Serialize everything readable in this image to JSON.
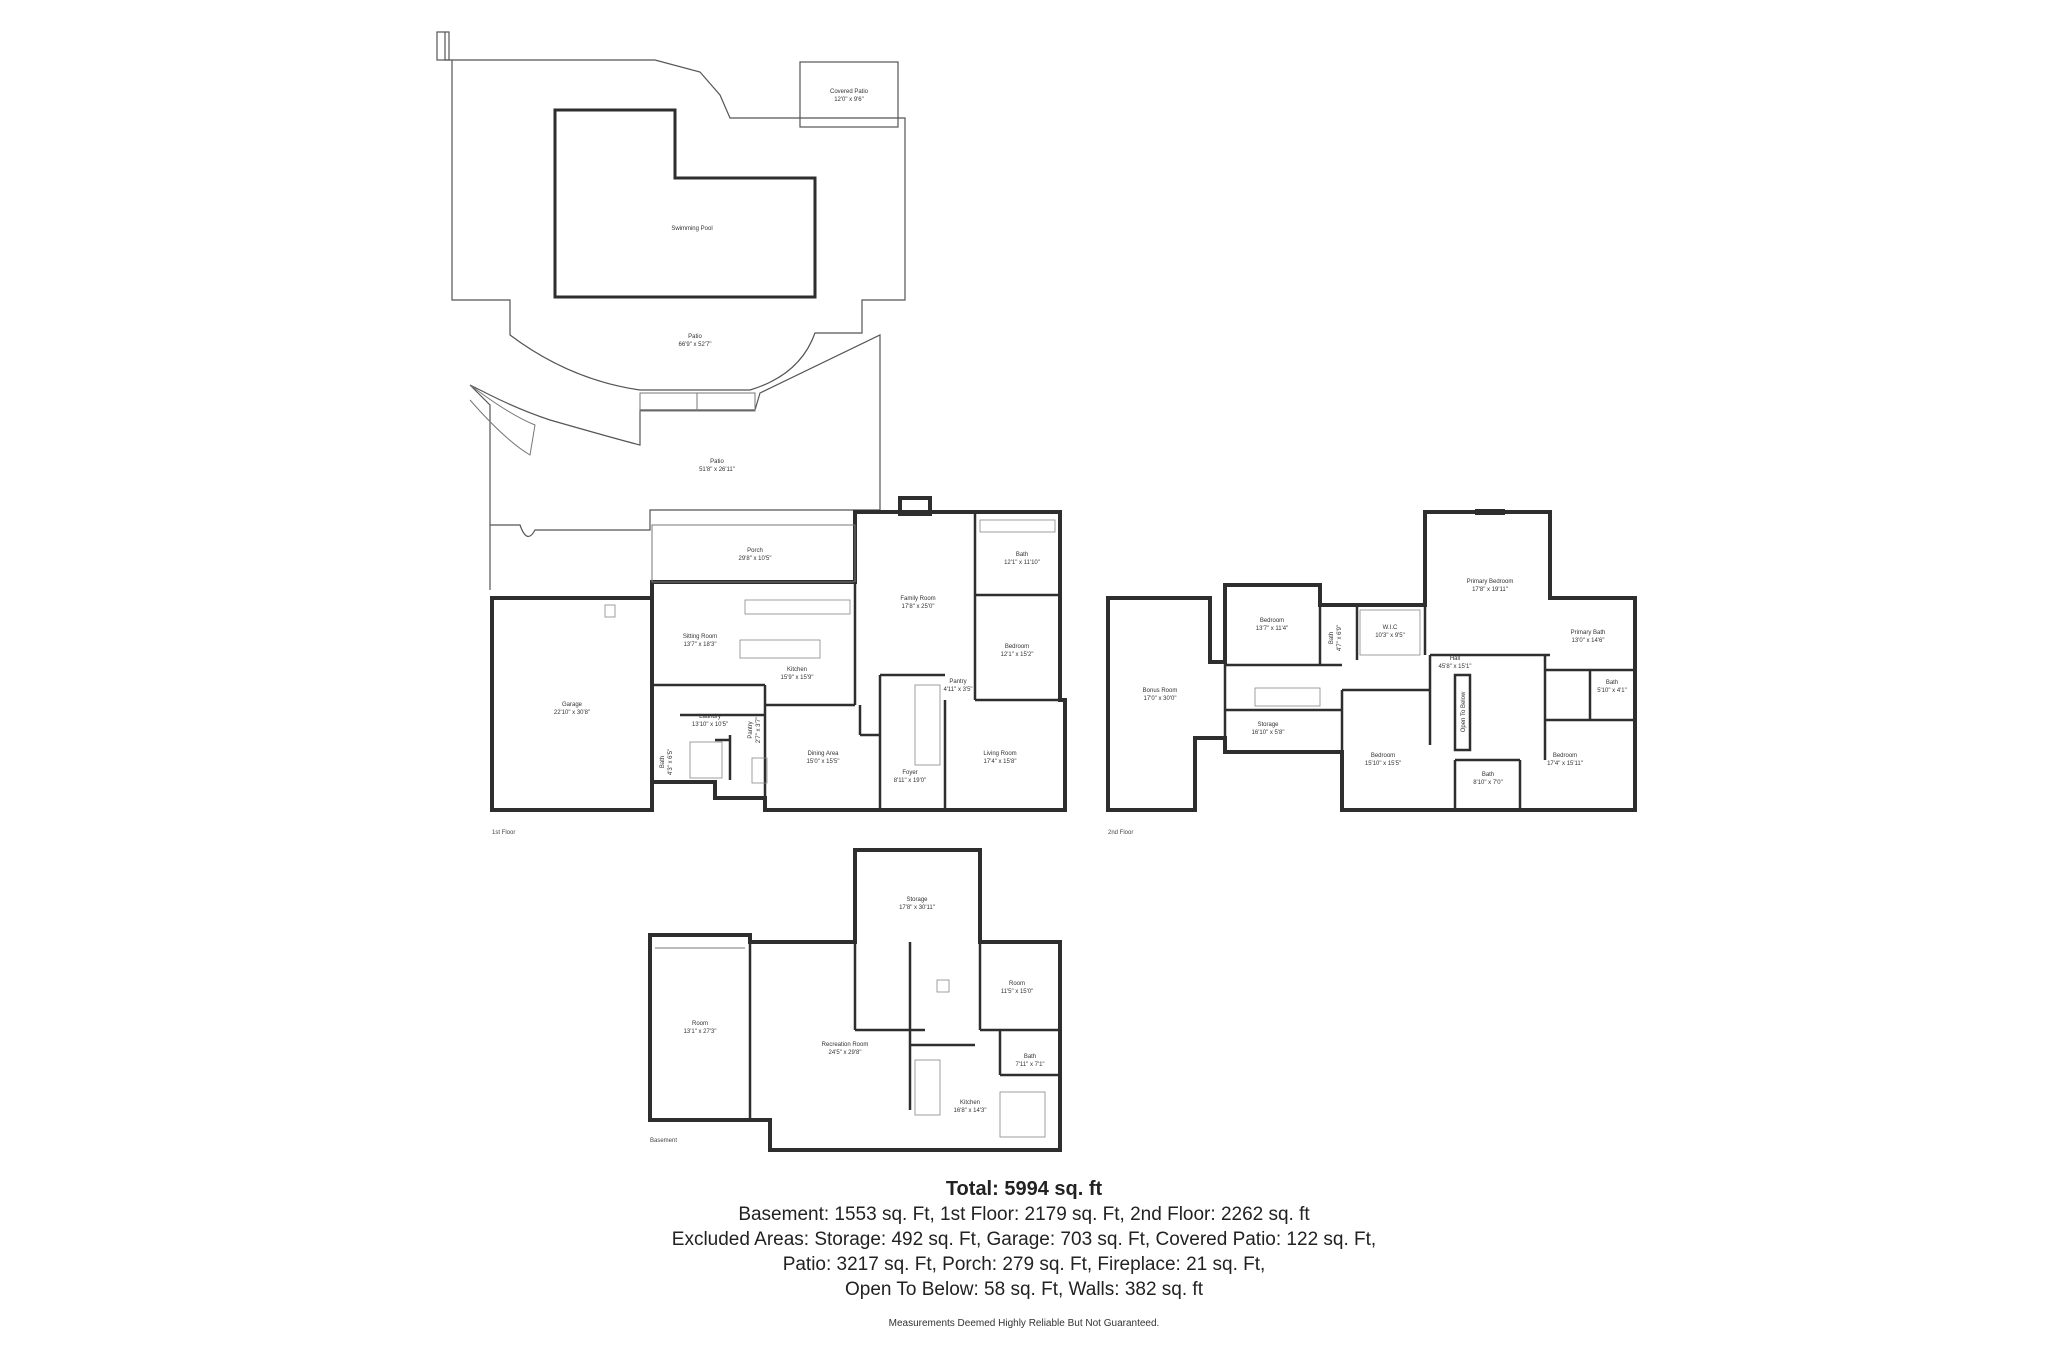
{
  "floors": {
    "first_floor_label": "1st Floor",
    "second_floor_label": "2nd Floor",
    "basement_label": "Basement"
  },
  "rooms": {
    "covered_patio": {
      "name": "Covered Patio",
      "dim": "12'0\" x 9'6\""
    },
    "swimming_pool": {
      "name": "Swimming Pool",
      "dim": ""
    },
    "patio_upper": {
      "name": "Patio",
      "dim": "66'9\" x 52'7\""
    },
    "patio_lower": {
      "name": "Patio",
      "dim": "51'8\" x 26'11\""
    },
    "porch": {
      "name": "Porch",
      "dim": "29'8\" x 10'5\""
    },
    "family_room": {
      "name": "Family Room",
      "dim": "17'8\" x 25'0\""
    },
    "bath_1f": {
      "name": "Bath",
      "dim": "12'1\" x 11'10\""
    },
    "bedroom_1f": {
      "name": "Bedroom",
      "dim": "12'1\" x 15'2\""
    },
    "sitting_room": {
      "name": "Sitting Room",
      "dim": "13'7\" x 18'3\""
    },
    "kitchen_1f": {
      "name": "Kitchen",
      "dim": "15'9\" x 15'9\""
    },
    "pantry_1": {
      "name": "Pantry",
      "dim": "4'11\" x 3'5\""
    },
    "garage": {
      "name": "Garage",
      "dim": "22'10\" x 30'8\""
    },
    "laundry": {
      "name": "Laundry",
      "dim": "13'10\" x 10'5\""
    },
    "pantry_2": {
      "name": "Pantry",
      "dim": "2'7\" x 3'7\""
    },
    "bath_half": {
      "name": "Bath",
      "dim": "4'3\" x 6'5\""
    },
    "dining_area": {
      "name": "Dining Area",
      "dim": "15'0\" x 15'5\""
    },
    "foyer": {
      "name": "Foyer",
      "dim": "8'11\" x 19'0\""
    },
    "living_room": {
      "name": "Living Room",
      "dim": "17'4\" x 15'8\""
    },
    "bonus_room": {
      "name": "Bonus Room",
      "dim": "17'0\" x 30'0\""
    },
    "bedroom_2a": {
      "name": "Bedroom",
      "dim": "13'7\" x 11'4\""
    },
    "bath_2a": {
      "name": "Bath",
      "dim": "4'7\" x 6'9\""
    },
    "wic": {
      "name": "W.I.C",
      "dim": "10'3\" x 9'5\""
    },
    "primary_bedroom": {
      "name": "Primary Bedroom",
      "dim": "17'8\" x 19'11\""
    },
    "primary_bath": {
      "name": "Primary Bath",
      "dim": "13'0\" x 14'6\""
    },
    "bath_2b": {
      "name": "Bath",
      "dim": "5'10\" x 4'1\""
    },
    "hall": {
      "name": "Hall",
      "dim": "45'8\" x 15'1\""
    },
    "storage_2f": {
      "name": "Storage",
      "dim": "16'10\" x 5'8\""
    },
    "open_to_below": {
      "name": "Open To Below",
      "dim": ""
    },
    "bedroom_2b": {
      "name": "Bedroom",
      "dim": "15'10\" x 15'5\""
    },
    "bath_2c": {
      "name": "Bath",
      "dim": "8'10\" x 7'0\""
    },
    "bedroom_2c": {
      "name": "Bedroom",
      "dim": "17'4\" x 15'11\""
    },
    "storage_b": {
      "name": "Storage",
      "dim": "17'8\" x 30'11\""
    },
    "room_b1": {
      "name": "Room",
      "dim": "13'1\" x 27'3\""
    },
    "recreation_room": {
      "name": "Recreation Room",
      "dim": "24'5\" x 29'8\""
    },
    "room_b2": {
      "name": "Room",
      "dim": "11'5\" x 15'0\""
    },
    "bath_b": {
      "name": "Bath",
      "dim": "7'11\" x 7'1\""
    },
    "kitchen_b": {
      "name": "Kitchen",
      "dim": "16'8\" x 14'3\""
    }
  },
  "summary": {
    "total": "Total: 5994 sq. ft",
    "line1": "Basement: 1553 sq. Ft, 1st Floor: 2179 sq. Ft, 2nd Floor: 2262 sq. ft",
    "line2": "Excluded Areas: Storage: 492 sq. Ft, Garage: 703 sq. Ft, Covered Patio: 122 sq. Ft,",
    "line3": "Patio: 3217 sq. Ft, Porch: 279 sq. Ft, Fireplace: 21 sq. Ft,",
    "line4": "Open To Below: 58 sq. Ft, Walls: 382 sq. ft",
    "disclaimer": "Measurements Deemed Highly Reliable But Not Guaranteed."
  }
}
